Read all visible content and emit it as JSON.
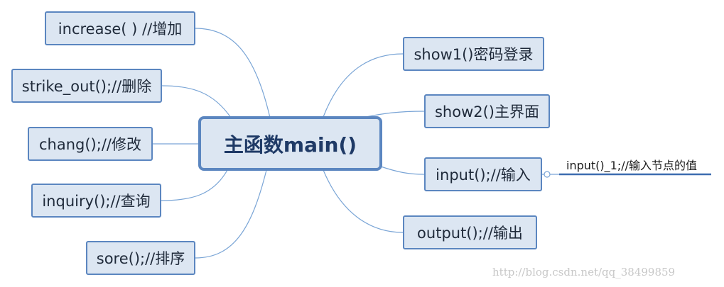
{
  "mindmap": {
    "root": {
      "label": "主函数main()"
    },
    "left_topics": [
      {
        "label": "increase( ) //增加"
      },
      {
        "label": "strike_out();//删除"
      },
      {
        "label": "chang();//修改"
      },
      {
        "label": "inquiry();//查询"
      },
      {
        "label": "sore();//排序"
      }
    ],
    "right_topics": [
      {
        "label": "show1()密码登录"
      },
      {
        "label": "show2()主界面"
      },
      {
        "label": "input();//输入"
      },
      {
        "label": "output();//输出"
      }
    ],
    "input_subtopic": {
      "label": "input()_1;//输入节点的值"
    }
  },
  "watermark": {
    "text": "http://blog.csdn.net/qq_38499859"
  },
  "colors": {
    "node_fill": "#dce6f2",
    "node_border": "#5b86c0",
    "connector": "#7aa5d6",
    "subtopic_line": "#3d6cb0",
    "root_text": "#1f3a66"
  }
}
